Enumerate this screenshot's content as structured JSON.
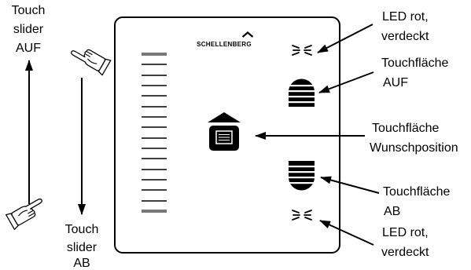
{
  "diagram": {
    "logo_text": "SCHELLENBERG",
    "labels": {
      "slider_up": [
        "Touch",
        "slider",
        "AUF"
      ],
      "slider_down": [
        "Touch",
        "slider",
        "AB"
      ],
      "led_top": [
        "LED rot,",
        "verdeckt"
      ],
      "touch_up": [
        "Touchfläche",
        "AUF"
      ],
      "touch_position": [
        "Touchfläche",
        "Wunschposition"
      ],
      "touch_down": [
        "Touchfläche",
        "AB"
      ],
      "led_bottom": [
        "LED rot,",
        "verdeckt"
      ]
    }
  },
  "icons": {
    "slider_top_hand": "pointing-hand-icon",
    "slider_bottom_hand": "pointing-hand-icon",
    "touch_up": "shutter-up-button-icon",
    "touch_position": "house-window-icon",
    "touch_down": "shutter-down-button-icon",
    "led": "led-indicator-icon",
    "logo": "roof-logo-icon"
  },
  "colors": {
    "ink": "#000000",
    "background": "#ffffff",
    "slider_end_marks": "#777777"
  }
}
